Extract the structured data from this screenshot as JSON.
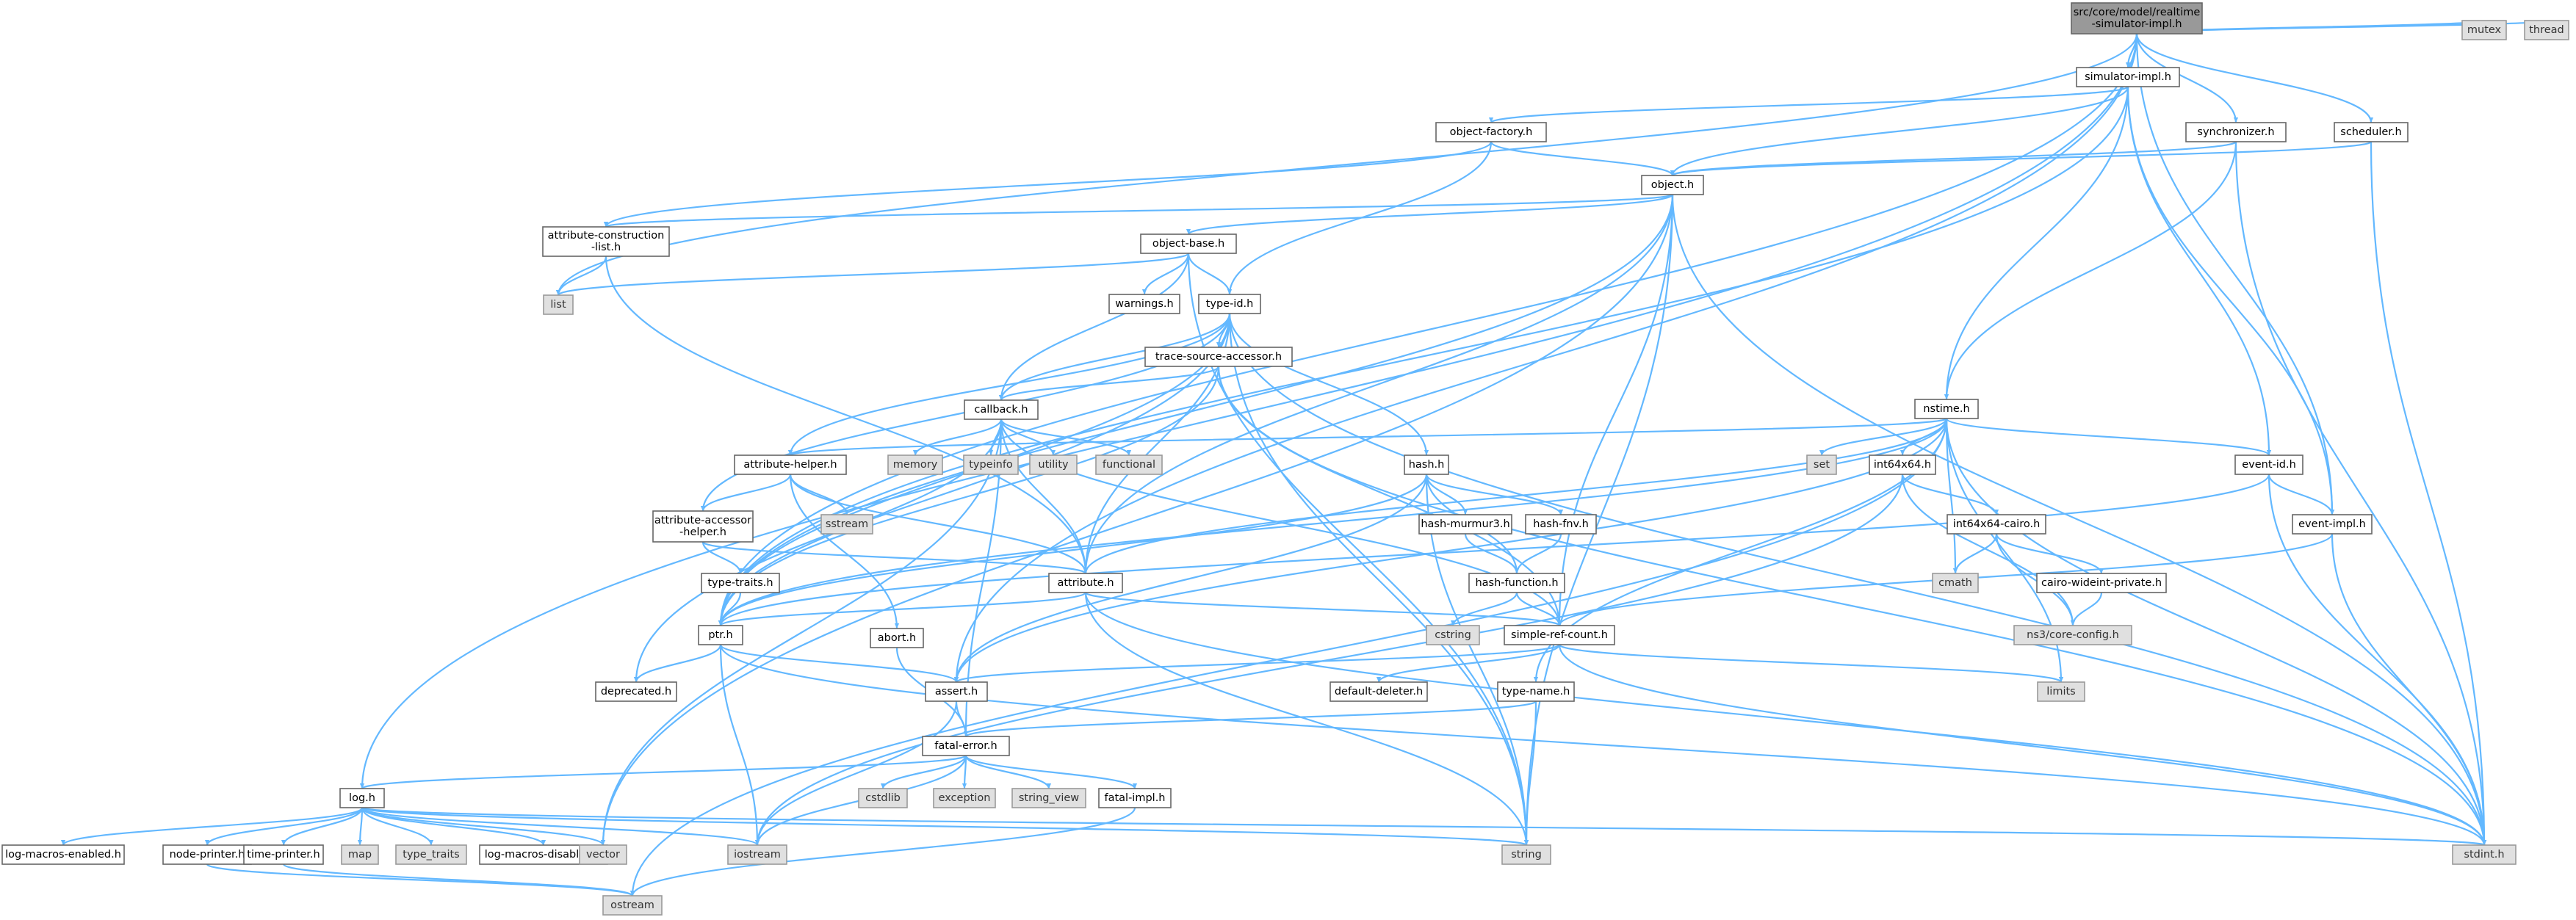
{
  "diagram": {
    "title": "src/core/model/realtime-simulator-impl.h",
    "colors": {
      "edge": "#63b8ff",
      "root_fill": "#999999",
      "header_fill": "#ffffff",
      "system_fill": "#e0e0e0"
    },
    "nodes": {
      "root": {
        "lines": [
          "src/core/model/realtime",
          "-simulator-impl.h"
        ],
        "kind": "root"
      },
      "mutex": {
        "lines": [
          "mutex"
        ],
        "kind": "sys"
      },
      "thread": {
        "lines": [
          "thread"
        ],
        "kind": "sys"
      },
      "simimpl": {
        "lines": [
          "simulator-impl.h"
        ],
        "kind": "proj"
      },
      "synchronizer": {
        "lines": [
          "synchronizer.h"
        ],
        "kind": "proj"
      },
      "scheduler": {
        "lines": [
          "scheduler.h"
        ],
        "kind": "proj"
      },
      "objfactory": {
        "lines": [
          "object-factory.h"
        ],
        "kind": "proj"
      },
      "object": {
        "lines": [
          "object.h"
        ],
        "kind": "proj"
      },
      "attrcons": {
        "lines": [
          "attribute-construction",
          "-list.h"
        ],
        "kind": "proj"
      },
      "list": {
        "lines": [
          "list"
        ],
        "kind": "sys"
      },
      "objbase": {
        "lines": [
          "object-base.h"
        ],
        "kind": "proj"
      },
      "warnings": {
        "lines": [
          "warnings.h"
        ],
        "kind": "proj"
      },
      "typeid": {
        "lines": [
          "type-id.h"
        ],
        "kind": "proj"
      },
      "tracesrc": {
        "lines": [
          "trace-source-accessor.h"
        ],
        "kind": "proj"
      },
      "callback": {
        "lines": [
          "callback.h"
        ],
        "kind": "proj"
      },
      "nstime": {
        "lines": [
          "nstime.h"
        ],
        "kind": "proj"
      },
      "attrhelper": {
        "lines": [
          "attribute-helper.h"
        ],
        "kind": "proj"
      },
      "memory": {
        "lines": [
          "memory"
        ],
        "kind": "sys"
      },
      "typeinfo": {
        "lines": [
          "typeinfo"
        ],
        "kind": "sys"
      },
      "utility": {
        "lines": [
          "utility"
        ],
        "kind": "sys"
      },
      "functional": {
        "lines": [
          "functional"
        ],
        "kind": "sys"
      },
      "hash": {
        "lines": [
          "hash.h"
        ],
        "kind": "proj"
      },
      "set": {
        "lines": [
          "set"
        ],
        "kind": "sys"
      },
      "int64x64": {
        "lines": [
          "int64x64.h"
        ],
        "kind": "proj"
      },
      "eventid": {
        "lines": [
          "event-id.h"
        ],
        "kind": "proj"
      },
      "sstream": {
        "lines": [
          "sstream"
        ],
        "kind": "sys"
      },
      "attraccessor": {
        "lines": [
          "attribute-accessor",
          "-helper.h"
        ],
        "kind": "proj"
      },
      "murmur": {
        "lines": [
          "hash-murmur3.h"
        ],
        "kind": "proj"
      },
      "fnv": {
        "lines": [
          "hash-fnv.h"
        ],
        "kind": "proj"
      },
      "cairo": {
        "lines": [
          "int64x64-cairo.h"
        ],
        "kind": "proj"
      },
      "eventimpl": {
        "lines": [
          "event-impl.h"
        ],
        "kind": "proj"
      },
      "typetraits": {
        "lines": [
          "type-traits.h"
        ],
        "kind": "proj"
      },
      "attribute": {
        "lines": [
          "attribute.h"
        ],
        "kind": "proj"
      },
      "hashfunc": {
        "lines": [
          "hash-function.h"
        ],
        "kind": "proj"
      },
      "cmath": {
        "lines": [
          "cmath"
        ],
        "kind": "sys"
      },
      "wideint": {
        "lines": [
          "cairo-wideint-private.h"
        ],
        "kind": "proj"
      },
      "cstring": {
        "lines": [
          "cstring"
        ],
        "kind": "sys"
      },
      "coreconfig": {
        "lines": [
          "ns3/core-config.h"
        ],
        "kind": "sys"
      },
      "ptr": {
        "lines": [
          "ptr.h"
        ],
        "kind": "proj"
      },
      "abort": {
        "lines": [
          "abort.h"
        ],
        "kind": "proj"
      },
      "simplerc": {
        "lines": [
          "simple-ref-count.h"
        ],
        "kind": "proj"
      },
      "deprecated": {
        "lines": [
          "deprecated.h"
        ],
        "kind": "proj"
      },
      "assert": {
        "lines": [
          "assert.h"
        ],
        "kind": "proj"
      },
      "deflt": {
        "lines": [
          "default-deleter.h"
        ],
        "kind": "proj"
      },
      "limits": {
        "lines": [
          "limits"
        ],
        "kind": "sys"
      },
      "typename": {
        "lines": [
          "type-name.h"
        ],
        "kind": "proj"
      },
      "fatalerror": {
        "lines": [
          "fatal-error.h"
        ],
        "kind": "proj"
      },
      "cstdlib": {
        "lines": [
          "cstdlib"
        ],
        "kind": "sys"
      },
      "exception": {
        "lines": [
          "exception"
        ],
        "kind": "sys"
      },
      "stringview": {
        "lines": [
          "string_view"
        ],
        "kind": "sys"
      },
      "fatalimpl": {
        "lines": [
          "fatal-impl.h"
        ],
        "kind": "proj"
      },
      "log": {
        "lines": [
          "log.h"
        ],
        "kind": "proj"
      },
      "logenabled": {
        "lines": [
          "log-macros-enabled.h"
        ],
        "kind": "proj"
      },
      "nodeprinter": {
        "lines": [
          "node-printer.h"
        ],
        "kind": "proj"
      },
      "timeprinter": {
        "lines": [
          "time-printer.h"
        ],
        "kind": "proj"
      },
      "map": {
        "lines": [
          "map"
        ],
        "kind": "sys"
      },
      "typetraitsstd": {
        "lines": [
          "type_traits"
        ],
        "kind": "sys"
      },
      "logdisabled": {
        "lines": [
          "log-macros-disabled.h"
        ],
        "kind": "proj"
      },
      "vector": {
        "lines": [
          "vector"
        ],
        "kind": "sys"
      },
      "iostream": {
        "lines": [
          "iostream"
        ],
        "kind": "sys"
      },
      "string": {
        "lines": [
          "string"
        ],
        "kind": "sys"
      },
      "stdint": {
        "lines": [
          "stdint.h"
        ],
        "kind": "sys"
      },
      "ostream": {
        "lines": [
          "ostream"
        ],
        "kind": "sys"
      }
    },
    "edges": [
      [
        "root",
        "mutex"
      ],
      [
        "root",
        "thread"
      ],
      [
        "root",
        "simimpl"
      ],
      [
        "root",
        "synchronizer"
      ],
      [
        "root",
        "scheduler"
      ],
      [
        "root",
        "eventimpl"
      ],
      [
        "root",
        "list"
      ],
      [
        "root",
        "ptr"
      ],
      [
        "root",
        "assert"
      ],
      [
        "root",
        "log"
      ],
      [
        "simimpl",
        "objfactory"
      ],
      [
        "simimpl",
        "object"
      ],
      [
        "simimpl",
        "nstime"
      ],
      [
        "simimpl",
        "eventid"
      ],
      [
        "simimpl",
        "eventimpl"
      ],
      [
        "simimpl",
        "ptr"
      ],
      [
        "synchronizer",
        "object"
      ],
      [
        "synchronizer",
        "nstime"
      ],
      [
        "synchronizer",
        "stdint"
      ],
      [
        "scheduler",
        "object"
      ],
      [
        "scheduler",
        "stdint"
      ],
      [
        "objfactory",
        "object"
      ],
      [
        "objfactory",
        "attrcons"
      ],
      [
        "objfactory",
        "typeid"
      ],
      [
        "object",
        "attrcons"
      ],
      [
        "object",
        "objbase"
      ],
      [
        "object",
        "attribute"
      ],
      [
        "object",
        "ptr"
      ],
      [
        "object",
        "simplerc"
      ],
      [
        "object",
        "stdint"
      ],
      [
        "object",
        "string"
      ],
      [
        "object",
        "vector"
      ],
      [
        "attrcons",
        "list"
      ],
      [
        "attrcons",
        "attribute"
      ],
      [
        "objbase",
        "list"
      ],
      [
        "objbase",
        "warnings"
      ],
      [
        "objbase",
        "typeid"
      ],
      [
        "objbase",
        "callback"
      ],
      [
        "objbase",
        "string"
      ],
      [
        "typeid",
        "tracesrc"
      ],
      [
        "typeid",
        "callback"
      ],
      [
        "typeid",
        "attrhelper"
      ],
      [
        "typeid",
        "attraccessor"
      ],
      [
        "typeid",
        "hash"
      ],
      [
        "typeid",
        "attribute"
      ],
      [
        "typeid",
        "string"
      ],
      [
        "typeid",
        "stdint"
      ],
      [
        "typeid",
        "deprecated"
      ],
      [
        "typeid",
        "ptr"
      ],
      [
        "tracesrc",
        "callback"
      ],
      [
        "tracesrc",
        "ptr"
      ],
      [
        "tracesrc",
        "simplerc"
      ],
      [
        "tracesrc",
        "stdint"
      ],
      [
        "callback",
        "attribute"
      ],
      [
        "callback",
        "ptr"
      ],
      [
        "callback",
        "fatalerror"
      ],
      [
        "callback",
        "simplerc"
      ],
      [
        "callback",
        "memory"
      ],
      [
        "callback",
        "typeinfo"
      ],
      [
        "callback",
        "utility"
      ],
      [
        "callback",
        "functional"
      ],
      [
        "callback",
        "vector"
      ],
      [
        "nstime",
        "attrhelper"
      ],
      [
        "nstime",
        "attribute"
      ],
      [
        "nstime",
        "eventid"
      ],
      [
        "nstime",
        "int64x64"
      ],
      [
        "nstime",
        "typename"
      ],
      [
        "nstime",
        "assert"
      ],
      [
        "nstime",
        "set"
      ],
      [
        "nstime",
        "cmath"
      ],
      [
        "nstime",
        "limits"
      ],
      [
        "nstime",
        "ostream"
      ],
      [
        "nstime",
        "stdint"
      ],
      [
        "nstime",
        "ptr"
      ],
      [
        "attrhelper",
        "attraccessor"
      ],
      [
        "attrhelper",
        "abort"
      ],
      [
        "attrhelper",
        "attribute"
      ],
      [
        "attrhelper",
        "sstream"
      ],
      [
        "hash",
        "murmur"
      ],
      [
        "hash",
        "fnv"
      ],
      [
        "hash",
        "hashfunc"
      ],
      [
        "hash",
        "assert"
      ],
      [
        "hash",
        "ptr"
      ],
      [
        "hash",
        "string"
      ],
      [
        "int64x64",
        "cairo"
      ],
      [
        "int64x64",
        "coreconfig"
      ],
      [
        "int64x64",
        "iostream"
      ],
      [
        "eventid",
        "eventimpl"
      ],
      [
        "eventid",
        "ptr"
      ],
      [
        "eventid",
        "stdint"
      ],
      [
        "attraccessor",
        "attribute"
      ],
      [
        "attraccessor",
        "typetraits"
      ],
      [
        "murmur",
        "hashfunc"
      ],
      [
        "fnv",
        "hashfunc"
      ],
      [
        "cairo",
        "cmath"
      ],
      [
        "cairo",
        "wideint"
      ],
      [
        "cairo",
        "coreconfig"
      ],
      [
        "eventimpl",
        "simplerc"
      ],
      [
        "eventimpl",
        "stdint"
      ],
      [
        "typetraits",
        "ptr"
      ],
      [
        "attribute",
        "ptr"
      ],
      [
        "attribute",
        "simplerc"
      ],
      [
        "attribute",
        "string"
      ],
      [
        "attribute",
        "stdint"
      ],
      [
        "hashfunc",
        "cstring"
      ],
      [
        "hashfunc",
        "simplerc"
      ],
      [
        "wideint",
        "coreconfig"
      ],
      [
        "ptr",
        "assert"
      ],
      [
        "ptr",
        "deprecated"
      ],
      [
        "ptr",
        "iostream"
      ],
      [
        "ptr",
        "stdint"
      ],
      [
        "abort",
        "fatalerror"
      ],
      [
        "simplerc",
        "assert"
      ],
      [
        "simplerc",
        "deflt"
      ],
      [
        "simplerc",
        "limits"
      ],
      [
        "simplerc",
        "stdint"
      ],
      [
        "assert",
        "fatalerror"
      ],
      [
        "assert",
        "iostream"
      ],
      [
        "typename",
        "fatalerror"
      ],
      [
        "typename",
        "string"
      ],
      [
        "fatalerror",
        "log"
      ],
      [
        "fatalerror",
        "fatalimpl"
      ],
      [
        "fatalerror",
        "cstdlib"
      ],
      [
        "fatalerror",
        "exception"
      ],
      [
        "fatalerror",
        "stringview"
      ],
      [
        "fatalerror",
        "iostream"
      ],
      [
        "fatalimpl",
        "ostream"
      ],
      [
        "log",
        "logenabled"
      ],
      [
        "log",
        "nodeprinter"
      ],
      [
        "log",
        "timeprinter"
      ],
      [
        "log",
        "map"
      ],
      [
        "log",
        "typetraitsstd"
      ],
      [
        "log",
        "logdisabled"
      ],
      [
        "log",
        "vector"
      ],
      [
        "log",
        "iostream"
      ],
      [
        "log",
        "string"
      ],
      [
        "log",
        "stdint"
      ],
      [
        "nodeprinter",
        "ostream"
      ],
      [
        "timeprinter",
        "ostream"
      ]
    ]
  }
}
